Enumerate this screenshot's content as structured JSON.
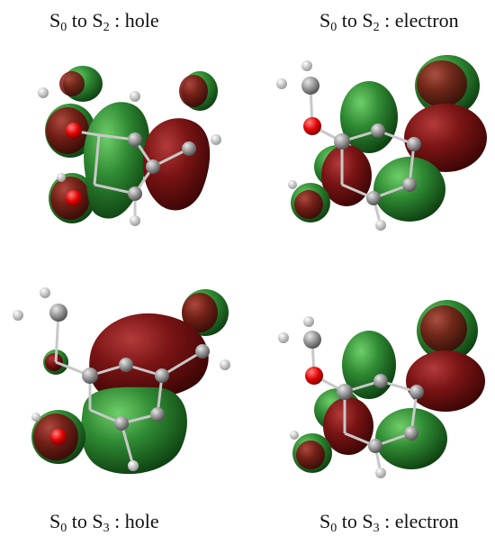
{
  "panels": [
    {
      "id": "s2-hole",
      "prefix": "S",
      "sub0": "0",
      "mid": " to S",
      "sub1": "2",
      "colon": " : ",
      "kind": "hole"
    },
    {
      "id": "s2-electron",
      "prefix": "S",
      "sub0": "0",
      "mid": " to S",
      "sub1": "2",
      "colon": " : ",
      "kind": "electron"
    },
    {
      "id": "s3-hole",
      "prefix": "S",
      "sub0": "0",
      "mid": " to S",
      "sub1": "3",
      "colon": " : ",
      "kind": "hole"
    },
    {
      "id": "s3-electron",
      "prefix": "S",
      "sub0": "0",
      "mid": " to S",
      "sub1": "3",
      "colon": " : ",
      "kind": "electron"
    }
  ],
  "colors": {
    "positive_lobe": "#2f8a33",
    "negative_lobe": "#7a1414",
    "carbon": "#8c8c8c",
    "oxygen": "#e00000",
    "hydrogen": "#f0f0f0"
  }
}
